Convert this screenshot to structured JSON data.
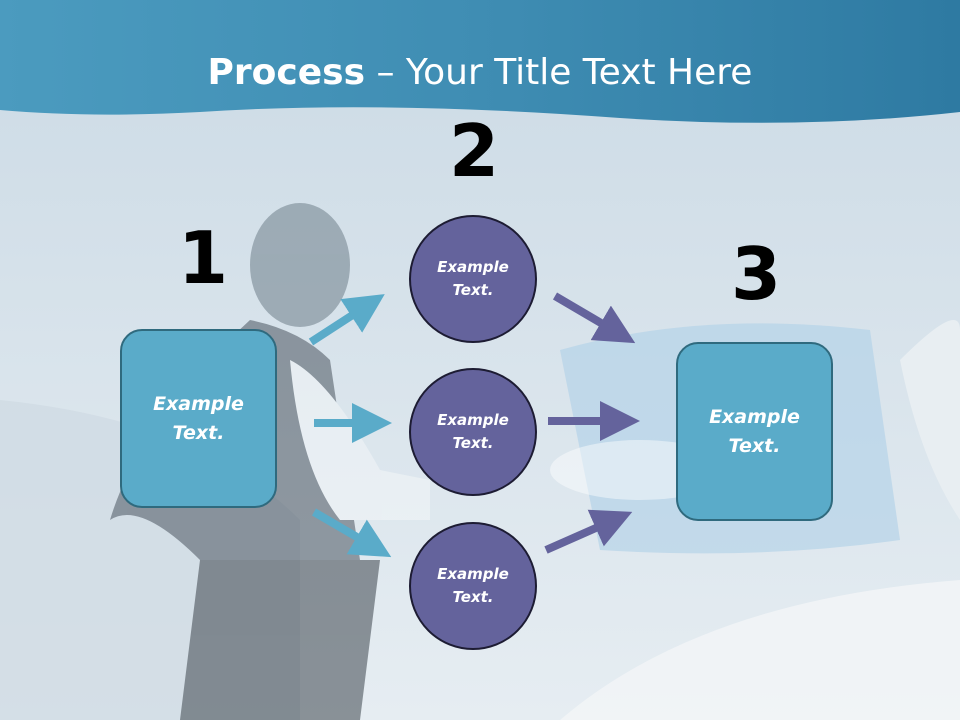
{
  "title": {
    "bold": "Process",
    "rest": " – Your Title Text Here"
  },
  "steps": {
    "one": "1",
    "two": "2",
    "three": "3"
  },
  "left_box": {
    "line1": "Example",
    "line2": "Text."
  },
  "right_box": {
    "line1": "Example",
    "line2": "Text."
  },
  "circles": [
    {
      "line1": "Example",
      "line2": "Text."
    },
    {
      "line1": "Example",
      "line2": "Text."
    },
    {
      "line1": "Example",
      "line2": "Text."
    }
  ],
  "colors": {
    "box_fill": "#5aabc9",
    "circle_fill": "#64639c",
    "arrow_left": "#5aabc9",
    "arrow_right": "#64639c",
    "header": "#3f8db3"
  }
}
